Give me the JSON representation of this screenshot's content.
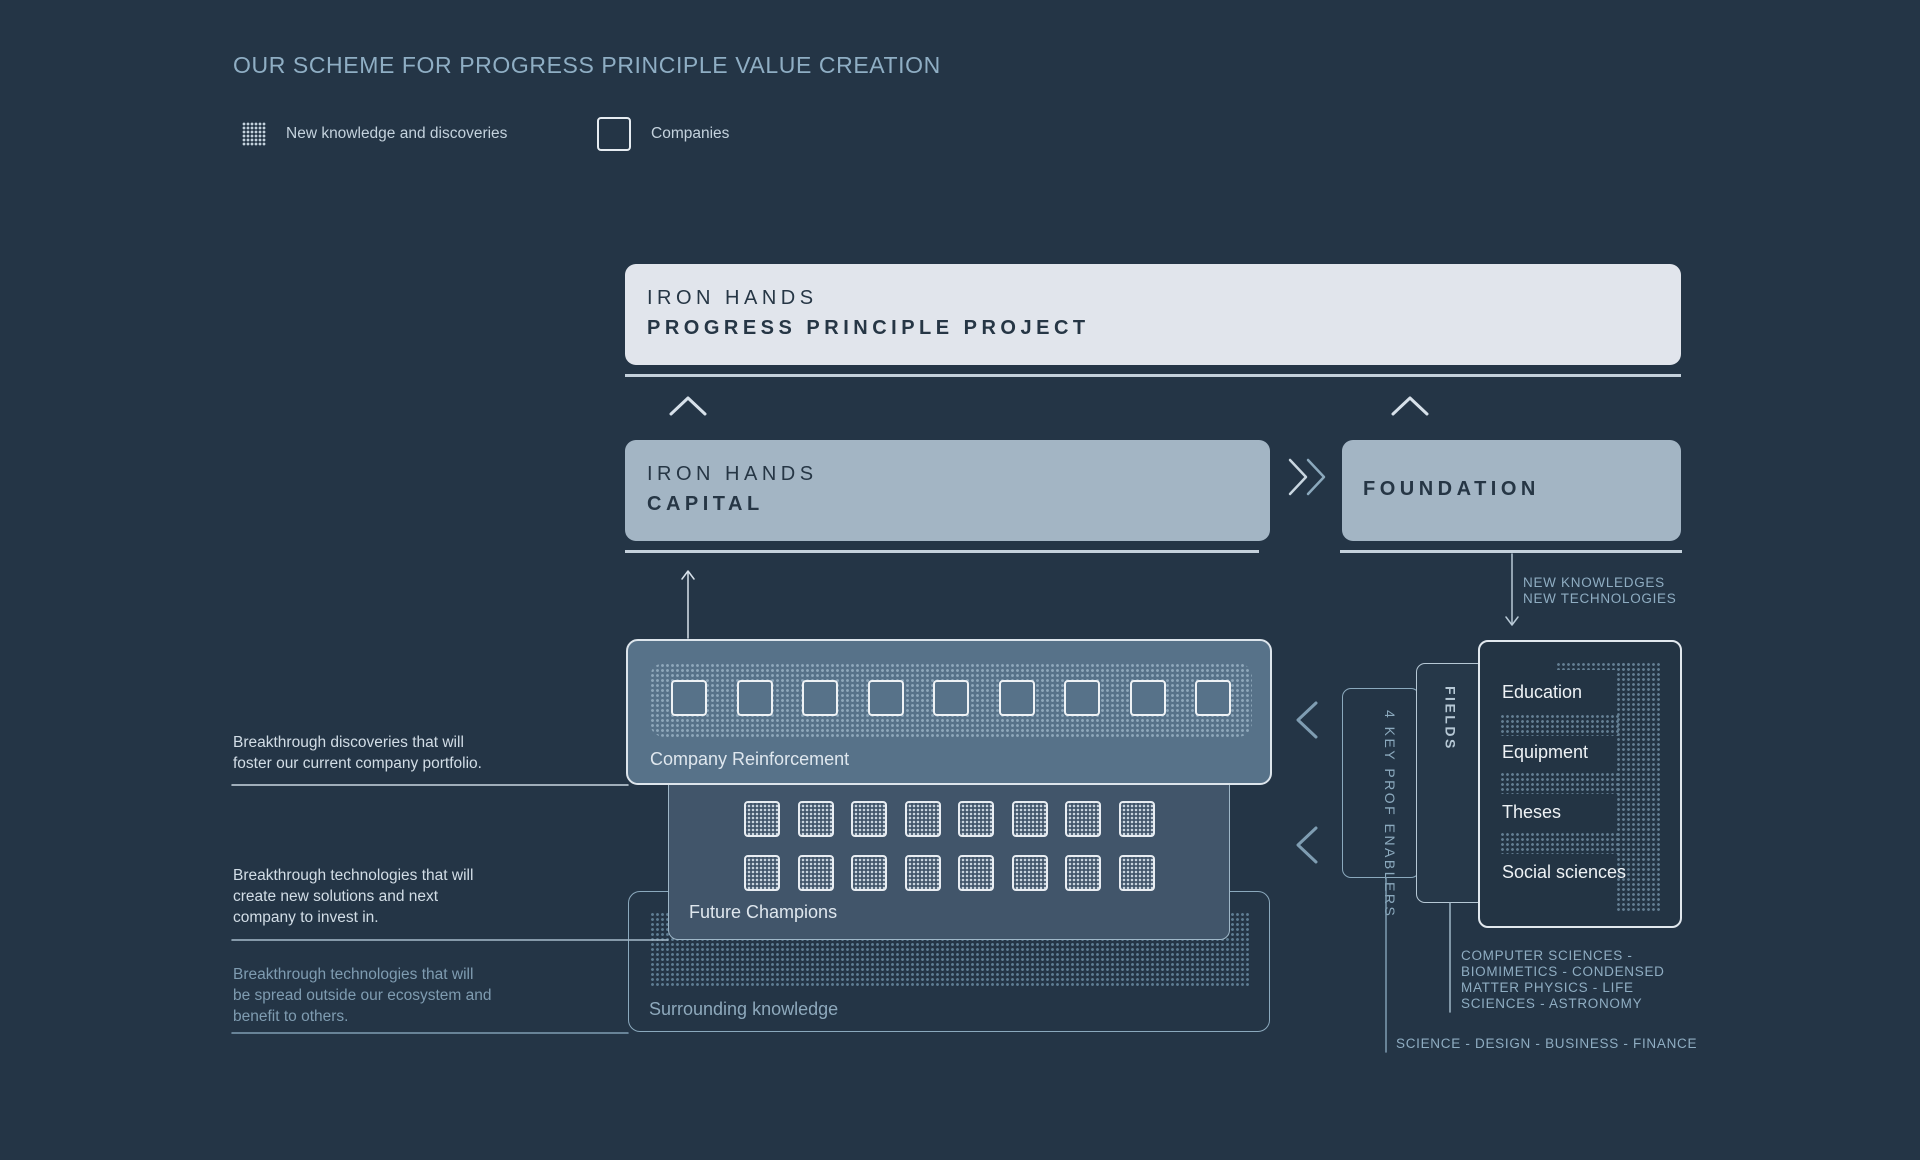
{
  "title": "OUR SCHEME FOR PROGRESS PRINCIPLE VALUE CREATION",
  "legend": {
    "knowledge_label": "New knowledge and discoveries",
    "companies_label": "Companies",
    "knowledge_icon": "dot-grid-icon",
    "companies_icon": "square-outline-icon"
  },
  "top_box": {
    "line1": "IRON HANDS",
    "line2": "PROGRESS PRINCIPLE PROJECT"
  },
  "capital_box": {
    "line1": "IRON HANDS",
    "line2": "CAPITAL"
  },
  "foundation_box": {
    "label": "FOUNDATION"
  },
  "foundation_output": [
    "NEW KNOWLEDGES",
    "NEW TECHNOLOGIES"
  ],
  "company_reinforcement": {
    "label": "Company Reinforcement",
    "company_count": 9
  },
  "future_champions": {
    "label": "Future Champions",
    "rows": 2,
    "per_row": 8
  },
  "surrounding_knowledge": {
    "label": "Surrounding knowledge"
  },
  "key_prof_enablers": "4 KEY PROF ENABLERS",
  "fields_label": "FIELDS",
  "fields": [
    "Education",
    "Equipment",
    "Theses",
    "Social sciences"
  ],
  "fields_list": [
    "COMPUTER SCIENCES -",
    "BIOMIMETICS - CONDENSED",
    "MATTER PHYSICS - LIFE",
    "SCIENCES - ASTRONOMY"
  ],
  "enablers_list": "SCIENCE - DESIGN - BUSINESS - FINANCE",
  "notes": {
    "portfolio": [
      "Breakthrough discoveries that will",
      "foster our current company portfolio."
    ],
    "new_solutions": [
      "Breakthrough technologies that will",
      "create new solutions and next",
      "company to invest in."
    ],
    "spread": [
      "Breakthrough technologies that will",
      "be spread outside our ecosystem and",
      "benefit to others."
    ]
  },
  "colors": {
    "background": "#243546",
    "light_box": "#e1e5ec",
    "mid_box": "#a3b5c4",
    "reinforcement_fill": "#577289",
    "champions_fill": "#41556a",
    "accent_text": "#8faec4"
  }
}
